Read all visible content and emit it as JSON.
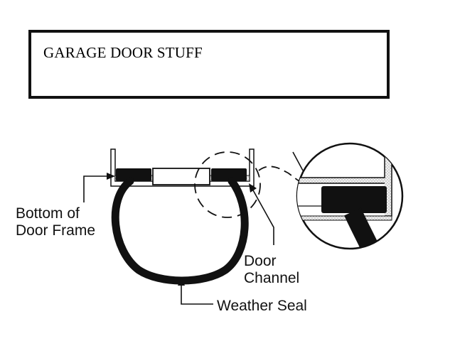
{
  "title": "GARAGE DOOR STUFF",
  "labels": {
    "bottom_frame_line1": "Bottom of",
    "bottom_frame_line2": "Door Frame",
    "door_channel_line1": "Door",
    "door_channel_line2": "Channel",
    "weather_seal": "Weather Seal"
  },
  "colors": {
    "ink": "#111111",
    "shade": "#d9d9d9"
  }
}
